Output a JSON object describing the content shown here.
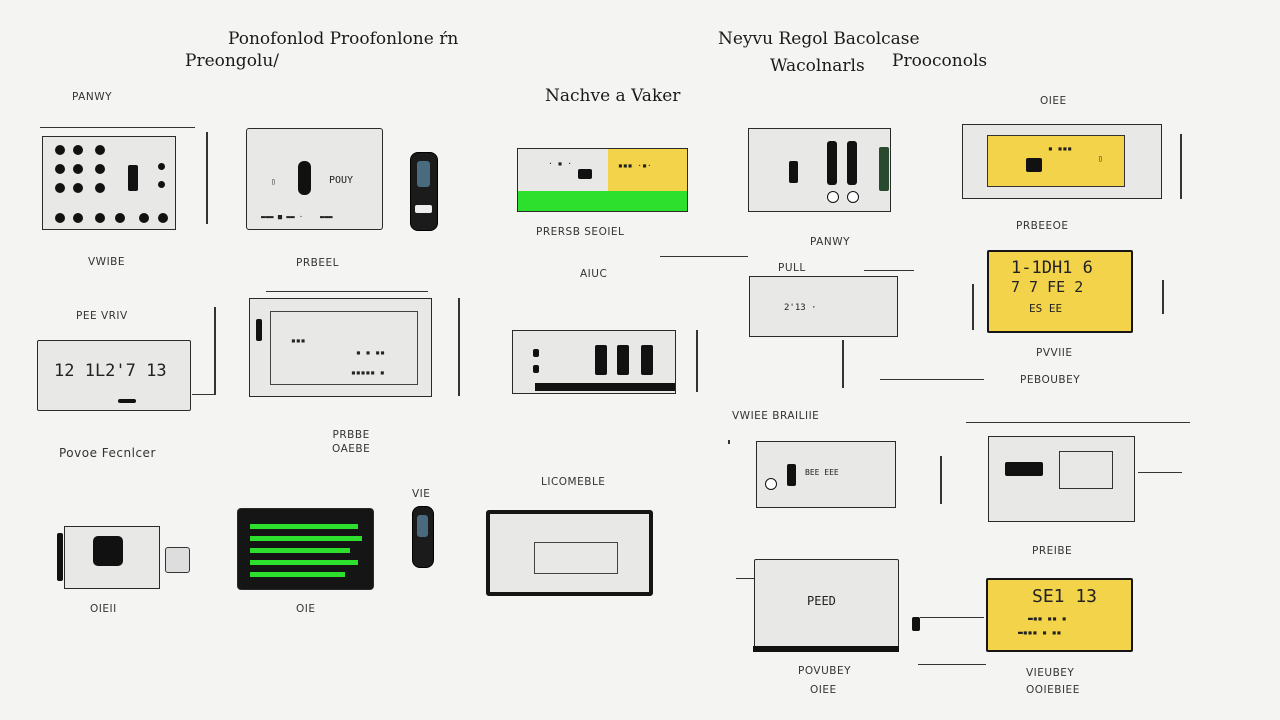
{
  "headings": {
    "left_title": "Ponofonlod Proofonlone ŕn",
    "left_subtitle": "Preongolu/",
    "right_title": "Neyvu Regol Bacolcase",
    "right_sub_a": "Wacolnarls",
    "right_sub_b": "Prooconols",
    "center_title": "Nachve a Vaker"
  },
  "labels": {
    "l_top": "PANWY",
    "l_r1": "VWIBE",
    "l_r1b": "PRBEEL",
    "l_r2": "PEE VRIV",
    "l_r2b": "PRBBE\nOAEBE",
    "l_power": "Povoe Fecnlcer",
    "l_r3a": "OIEII",
    "l_r3b": "OIE",
    "l_small_top": "VIE",
    "c_r1": "PRERSB SEOIEL",
    "c_r2": "AIUC",
    "c_r3": "LICOMEBLE",
    "r_top": "OIEE",
    "r_r1": "PANWY",
    "r_r1b": "PRBEEOE",
    "r_r1c": "PULL",
    "r_r2a": "PVVIIE",
    "r_r2b": "PEBOUBEY",
    "r_r3a": "VWIEE BRAILIIE",
    "r_r4": "PREIBE",
    "r_r5a": "POVUBEY",
    "r_r5b": "OIEE",
    "r_r5c": "VIEUBEY",
    "r_r5d": "OOIEBIEE"
  },
  "screens": {
    "d2": "POUY",
    "d4": "12 1L2'7 13",
    "d_pull": "2'13 ·",
    "d_y2a": "1-1DH1 6",
    "d_y2b": "7 7 FE 2",
    "d_y2c": "ES EE",
    "d_y3": "SE1 13",
    "d_peed": "PEED",
    "d_ctr": "BEE EEE"
  },
  "colors": {
    "accent_green": "#2ee02e",
    "accent_yellow": "#f2d34a",
    "device_gray": "#e8e8e7",
    "outline": "#2a2a2a"
  }
}
